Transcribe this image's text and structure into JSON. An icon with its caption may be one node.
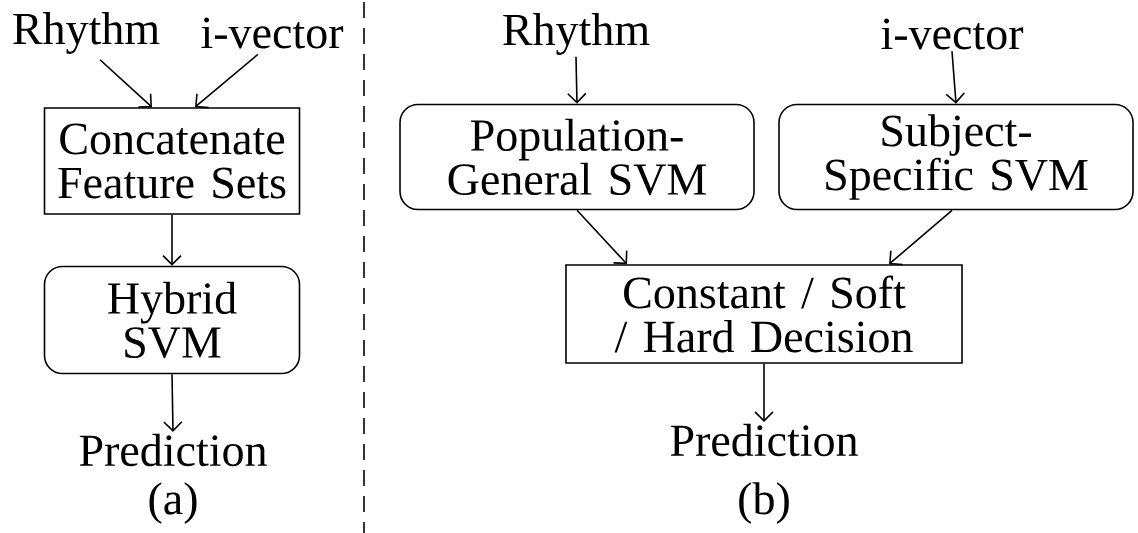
{
  "diagram": {
    "nodes": [
      {
        "text": [
          "Rhythm"
        ]
      },
      {
        "text": [
          "i-vector"
        ]
      },
      {
        "text": [
          "Concatenate Feature Sets"
        ]
      },
      {
        "text": [
          "Hybrid SVM"
        ]
      },
      {
        "text": [
          "Prediction"
        ]
      },
      {
        "text": [
          "Rhythm"
        ]
      },
      {
        "text": [
          "i-vector"
        ]
      },
      {
        "text": [
          "Population-General SVM"
        ]
      },
      {
        "text": [
          "Subject-Specific SVM"
        ]
      },
      {
        "text": [
          "Constant / Soft / Hard Decision"
        ]
      },
      {
        "text": [
          "Prediction"
        ]
      }
    ],
    "edges": [
      {
        "from": 0,
        "to": 2,
        "arrow": "to"
      },
      {
        "from": 1,
        "to": 2,
        "arrow": "to"
      },
      {
        "from": 2,
        "to": 3,
        "arrow": "to"
      },
      {
        "from": 3,
        "to": 4,
        "arrow": "to"
      },
      {
        "from": 5,
        "to": 7,
        "arrow": "to"
      },
      {
        "from": 6,
        "to": 8,
        "arrow": "to"
      },
      {
        "from": 7,
        "to": 9,
        "arrow": "to"
      },
      {
        "from": 8,
        "to": 9,
        "arrow": "to"
      },
      {
        "from": 9,
        "to": 10,
        "arrow": "to"
      }
    ],
    "labels": [
      "(a)",
      "(b)"
    ]
  }
}
